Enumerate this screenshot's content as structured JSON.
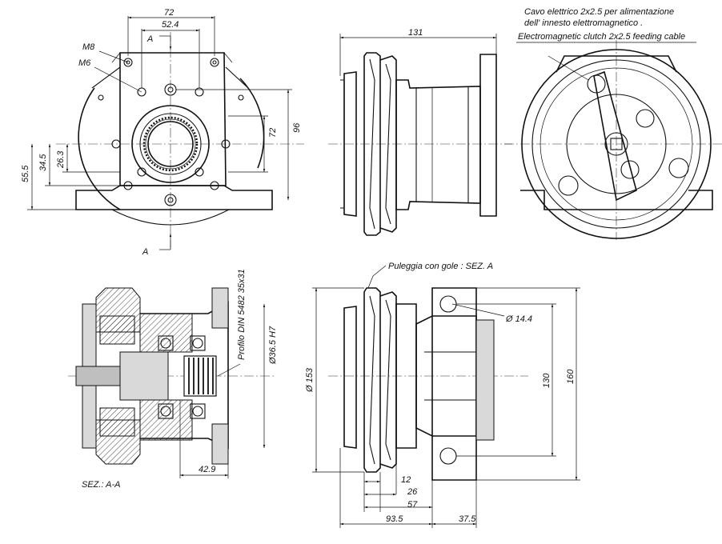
{
  "labels": {
    "dim_72": "72",
    "dim_52_4": "52.4",
    "section_a_top": "A",
    "section_a_bottom": "A",
    "m8": "M8",
    "m6": "M6",
    "dim_96": "96",
    "dim_72_v": "72",
    "dim_55_5": "55.5",
    "dim_34_5": "34.5",
    "dim_26_3": "26.3",
    "dim_131": "131",
    "note_cable_1": "Cavo elettrico 2x2.5 per alimentazione",
    "note_cable_2": "dell' innesto elettromagnetico .",
    "note_cable_3": "Electromagnetic clutch 2x2.5 feeding cable",
    "profile": "Profilo DIN 5482 35x31",
    "dim_36_5": "Ø36.5 H7",
    "dim_42_9": "42.9",
    "section_label": "SEZ.: A-A",
    "pulley_note": "Puleggia con gole : SEZ. A",
    "dim_14_4": "Ø 14.4",
    "dim_153": "Ø 153",
    "dim_130": "130",
    "dim_160": "160",
    "dim_12": "12",
    "dim_26": "26",
    "dim_57": "57",
    "dim_93_5": "93.5",
    "dim_37_5": "37.5"
  }
}
